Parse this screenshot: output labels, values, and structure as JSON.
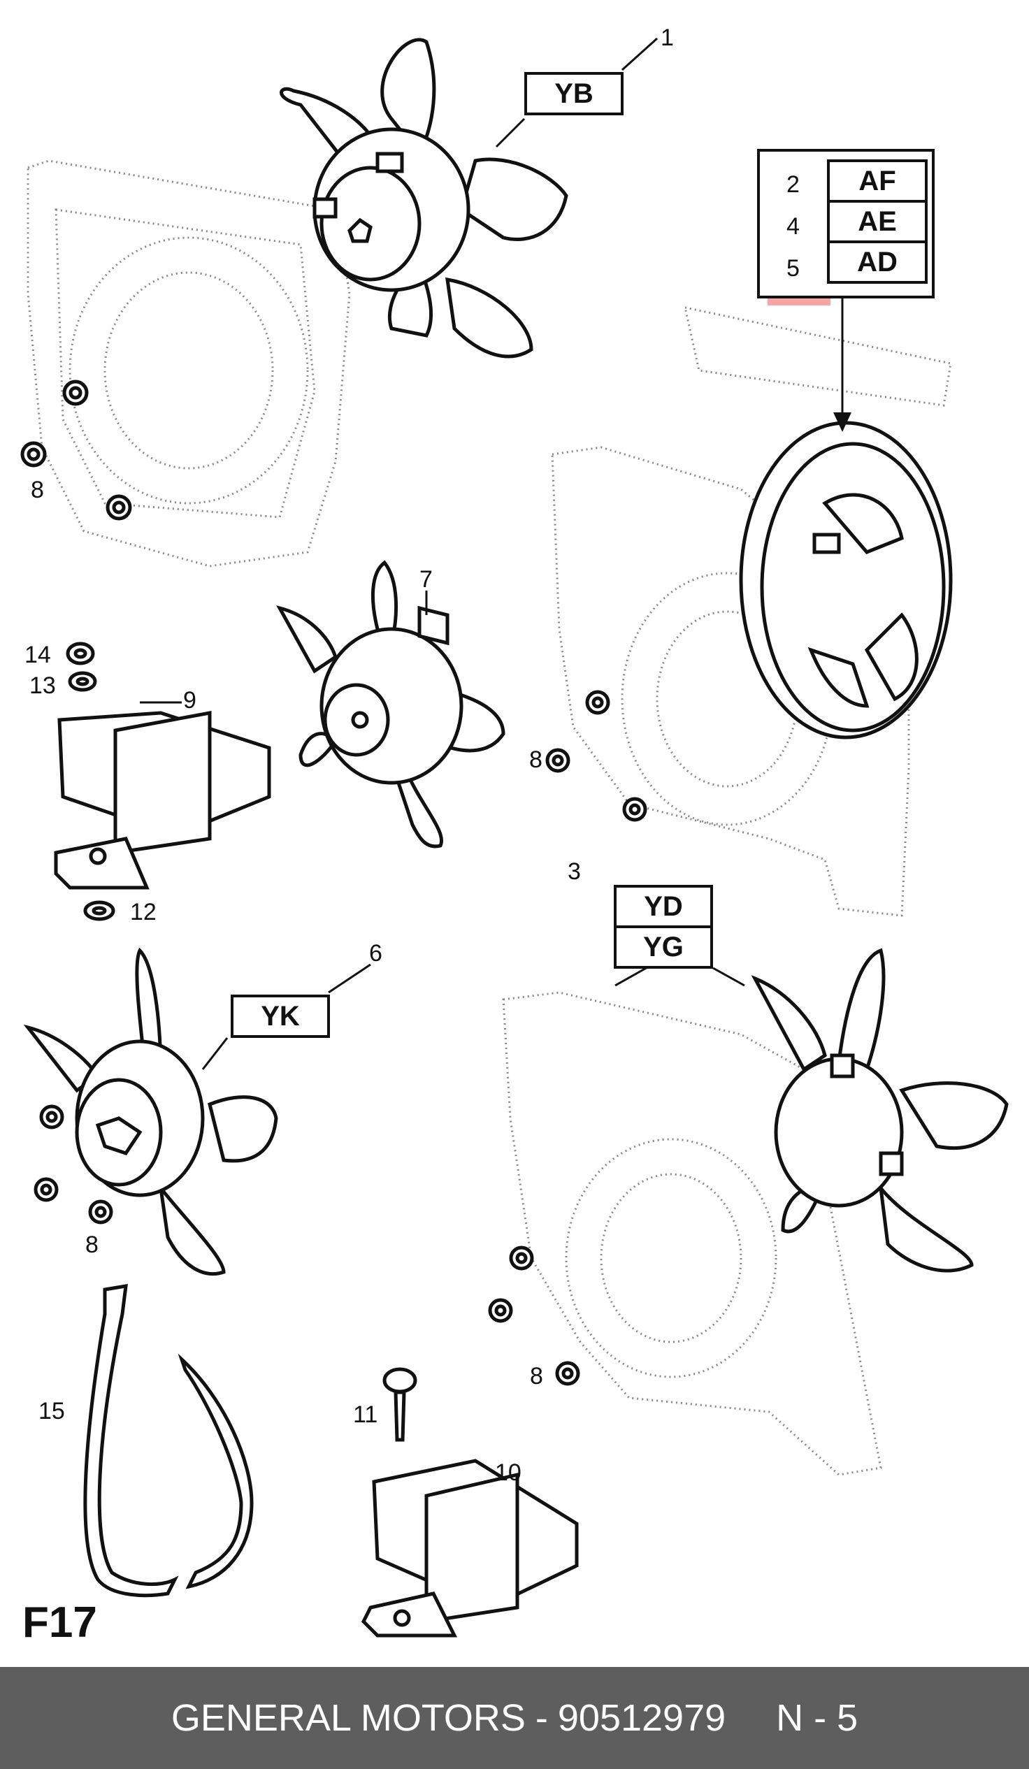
{
  "figure_label": "F17",
  "callouts": {
    "c1": "1",
    "c2": "2",
    "c3": "3",
    "c4": "4",
    "c5": "5",
    "c6": "6",
    "c7": "7",
    "c8a": "8",
    "c8b": "8",
    "c8c": "8",
    "c8d": "8",
    "c9": "9",
    "c10": "10",
    "c11": "11",
    "c12": "12",
    "c13": "13",
    "c14": "14",
    "c15": "15"
  },
  "codes": {
    "yb": "YB",
    "af": "AF",
    "ae": "AE",
    "ad": "AD",
    "yd": "YD",
    "yg": "YG",
    "yk": "YK"
  },
  "highlight_color": "#f08080",
  "footer": {
    "brand": "GENERAL MOTORS",
    "separator": "-",
    "part_number": "90512979",
    "page_ref": "N - 5"
  }
}
